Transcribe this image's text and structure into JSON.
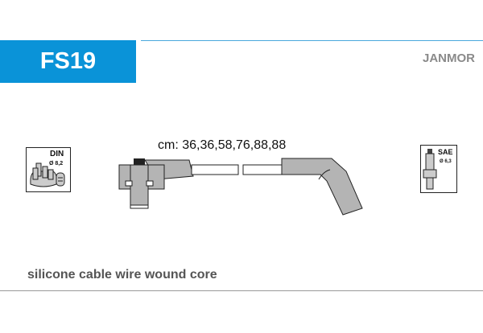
{
  "header": {
    "code": "FS19",
    "brand": "JANMOR"
  },
  "cable_lengths_label": "cm: 36,36,58,76,88,88",
  "distributor_symbol": {
    "standard": "DIN",
    "diameter": "Ø 8,2"
  },
  "plug_symbol": {
    "standard": "SAE",
    "diameter": "Ø 6,3"
  },
  "description": "silicone cable wire wound core",
  "colors": {
    "accent": "#0a93d8",
    "boot": "#b4b4b4"
  }
}
